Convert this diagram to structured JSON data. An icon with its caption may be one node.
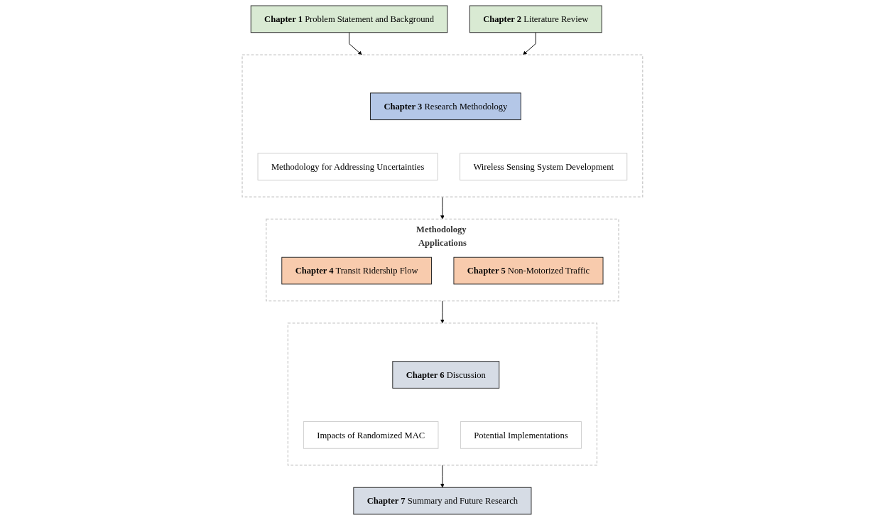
{
  "diagram": {
    "nodes": [
      {
        "text": [
          "**Chapter 1** Problem Statement and Background"
        ]
      },
      {
        "text": [
          "**Chapter 2** Literature Review"
        ]
      },
      {
        "text": [],
        "shape": "box"
      },
      {
        "text": [
          "**Chapter 3** Research Methodology"
        ],
        "in": 2
      },
      {
        "text": [
          "Methodology for Addressing Uncertainties"
        ],
        "in": 2
      },
      {
        "text": [
          "Wireless Sensing System Development"
        ],
        "in": 2
      },
      {
        "text": [
          "**Methodology Applications**"
        ]
      },
      {
        "text": [
          "**Chapter 4** Transit Ridership Flow"
        ],
        "in": 6
      },
      {
        "text": [
          "**Chapter 5** Non-Motorized Traffic"
        ],
        "in": 6
      },
      {
        "text": [],
        "shape": "box"
      },
      {
        "text": [
          "**Chapter 6** Discussion"
        ],
        "in": 9
      },
      {
        "text": [
          "Impacts of Randomized MAC"
        ],
        "in": 9
      },
      {
        "text": [
          "Potential Implementations"
        ],
        "in": 9
      },
      {
        "text": [
          "**Chapter 7** Summary and Future Research"
        ]
      }
    ],
    "edges": [
      {
        "from": 0,
        "to": 2,
        "arrow": "to"
      },
      {
        "from": 1,
        "to": 2,
        "arrow": "to"
      },
      {
        "from": 2,
        "to": 6,
        "arrow": "to"
      },
      {
        "from": 6,
        "to": 9,
        "arrow": "to"
      },
      {
        "from": 9,
        "to": 13,
        "arrow": "to"
      }
    ]
  }
}
